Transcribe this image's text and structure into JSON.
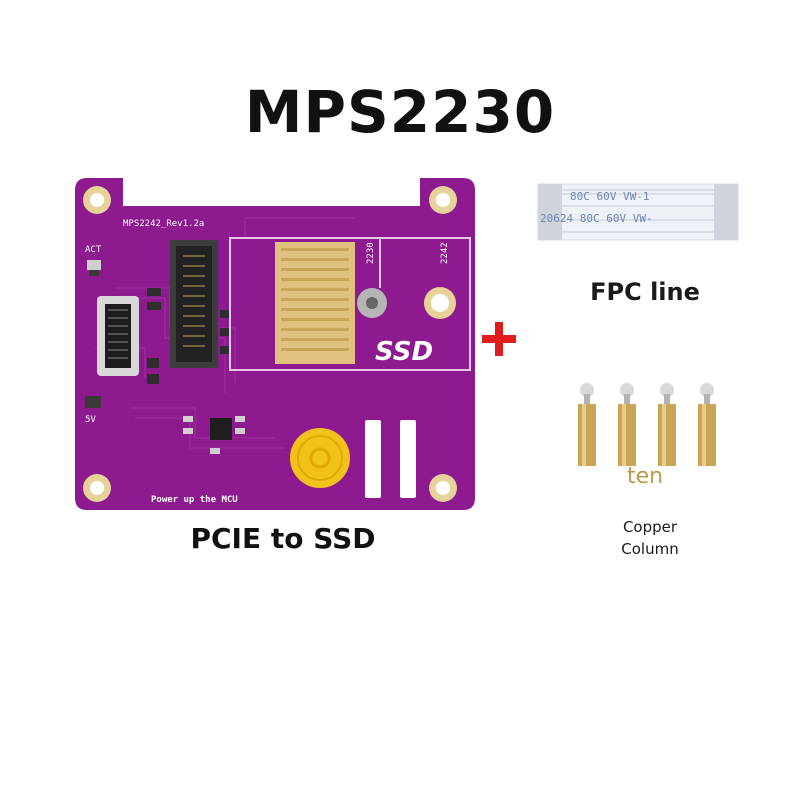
{
  "title": "MPS2230",
  "board": {
    "caption": "PCIE to SSD",
    "model_label": "MPS2242_Rev1.2a",
    "act_label": "ACT",
    "v5_label": "5V",
    "ssd_label": "SSD",
    "size_2230": "2230",
    "size_2242": "2242",
    "mcu_label": "Power up the MCU",
    "pcb_color": "#8e1a8f",
    "pcb_dark": "#6b1170"
  },
  "plus_color": "#e11c1c",
  "fpc": {
    "caption": "FPC line",
    "print_row1": "80C  60V  VW-1",
    "print_row2": "20624  80C  60V  VW-"
  },
  "columns": {
    "quantity": "ten",
    "caption_line1": "Copper",
    "caption_line2": "Column",
    "brass_color": "#c9a557"
  }
}
